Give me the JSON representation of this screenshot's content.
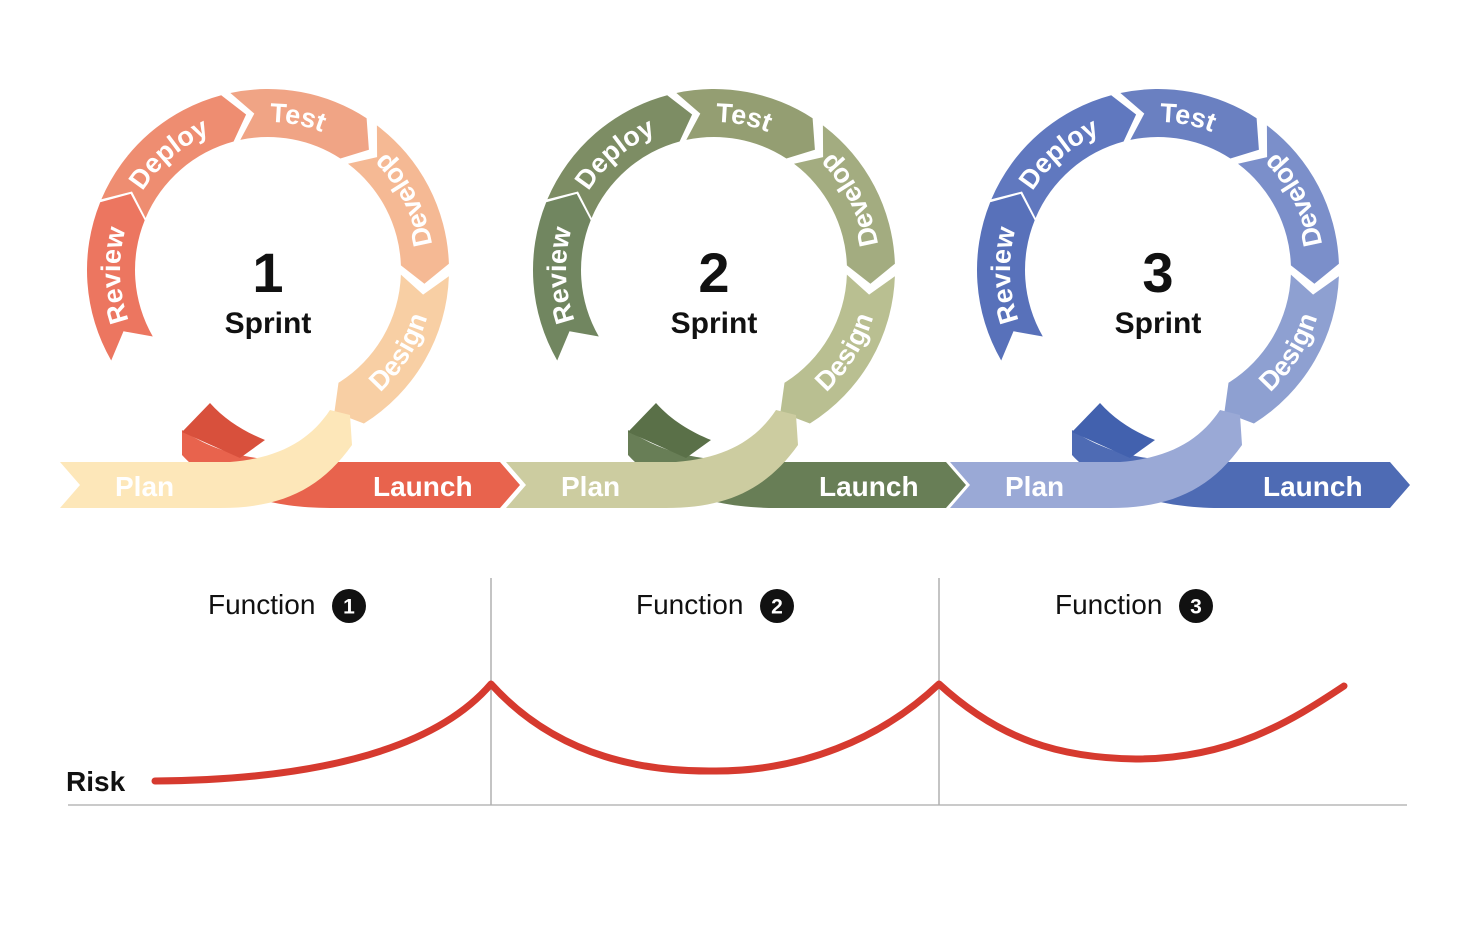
{
  "sprints": [
    {
      "number": "1",
      "word": "Sprint",
      "phases": [
        "Test",
        "Develop",
        "Design",
        "Plan",
        "Launch",
        "Review",
        "Deploy"
      ],
      "colors": {
        "test": "#f0a485",
        "develop": "#f5b994",
        "design": "#f8cfa4",
        "plan": "#fde7b9",
        "launch": "#e8634d",
        "review": "#ec7660",
        "deploy": "#ee8d71",
        "dark": "#d8503c"
      }
    },
    {
      "number": "2",
      "word": "Sprint",
      "phases": [
        "Test",
        "Develop",
        "Design",
        "Plan",
        "Launch",
        "Review",
        "Deploy"
      ],
      "colors": {
        "test": "#949e72",
        "develop": "#a3ac80",
        "design": "#b9bf91",
        "plan": "#cccca0",
        "launch": "#687e56",
        "review": "#718660",
        "deploy": "#7d8d64",
        "dark": "#5a7048"
      }
    },
    {
      "number": "3",
      "word": "Sprint",
      "phases": [
        "Test",
        "Develop",
        "Design",
        "Plan",
        "Launch",
        "Review",
        "Deploy"
      ],
      "colors": {
        "test": "#6a80c1",
        "develop": "#7b8fca",
        "design": "#8ea0d1",
        "plan": "#9aa9d6",
        "launch": "#4e6bb4",
        "review": "#5871ba",
        "deploy": "#6078bf",
        "dark": "#4261ae"
      }
    }
  ],
  "functions": [
    {
      "label": "Function",
      "number": "1"
    },
    {
      "label": "Function",
      "number": "2"
    },
    {
      "label": "Function",
      "number": "3"
    }
  ],
  "risk": {
    "label": "Risk",
    "color": "#d63a2f"
  }
}
